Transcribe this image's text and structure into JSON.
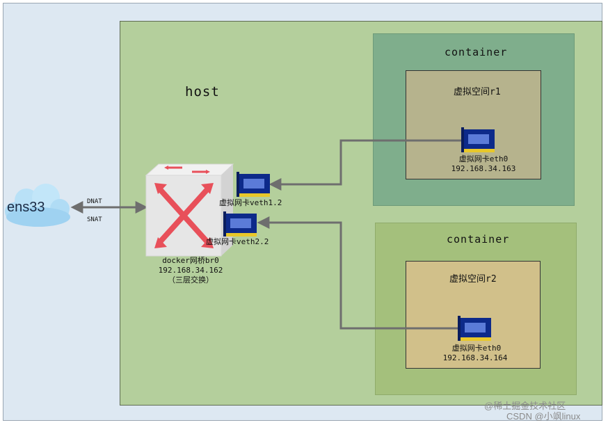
{
  "diagram": {
    "host_label": "host",
    "container1": {
      "label": "container",
      "namespace": "虚拟空间r1",
      "nic_label": "虚拟网卡eth0",
      "ip": "192.168.34.163"
    },
    "container2": {
      "label": "container",
      "namespace": "虚拟空间r2",
      "nic_label": "虚拟网卡eth0",
      "ip": "192.168.34.164"
    },
    "veth1": "虚拟网卡veth1.2",
    "veth2": "虚拟网卡veth2.2",
    "bridge": {
      "name": "docker网桥br0",
      "ip": "192.168.34.162",
      "note": "（三层交换）"
    },
    "external": {
      "name": "ens33",
      "dnat": "DNAT",
      "snat": "SNAT"
    }
  },
  "watermark": {
    "line1": "@稀土掘金技术社区",
    "line2": "CSDN @小飒linux"
  },
  "colors": {
    "background": "#dde8f2",
    "host": "#b4cf9c",
    "container1": "#7fae8c",
    "container2": "#a4c07c",
    "namespace1": "#b6b38d",
    "namespace2": "#d1c08a",
    "arrow": "#6e6e6e",
    "nic": "#0d2a8a",
    "switch_arrows": "#e8505a"
  }
}
